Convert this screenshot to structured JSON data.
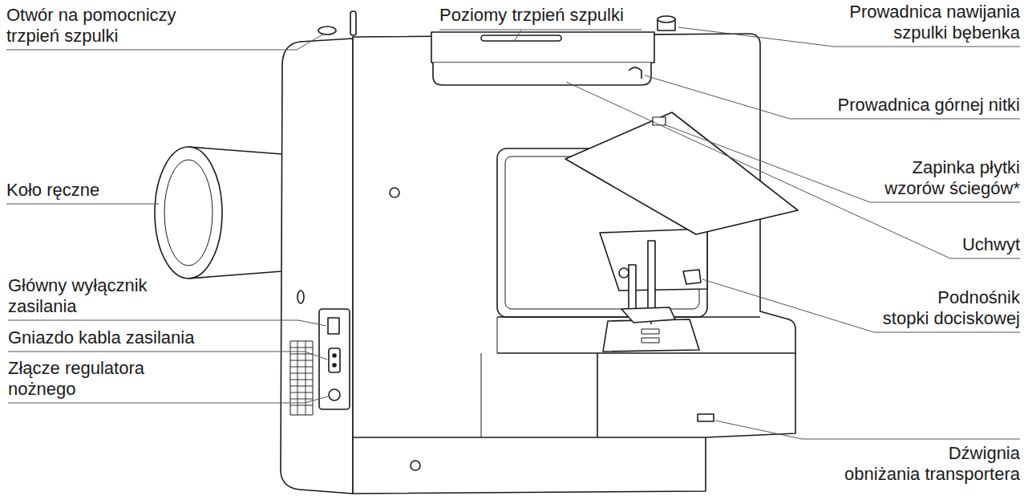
{
  "diagram": {
    "labels": [
      "Otwór na pomocniczy trzpień szpulki",
      "Poziomy trzpień szpulki",
      "Prowadnica nawijania szpulki bębenka",
      "Prowadnica górnej nitki",
      "Koło ręczne",
      "Zapinka płytki wzorów ściegów*",
      "Uchwyt",
      "Podnośnik stopki dociskowej",
      "Główny wyłącznik zasilania",
      "Gniazdo kabla zasilania",
      "Złącze regulatora nożnego",
      "Dźwignia obniżania transportera"
    ]
  }
}
